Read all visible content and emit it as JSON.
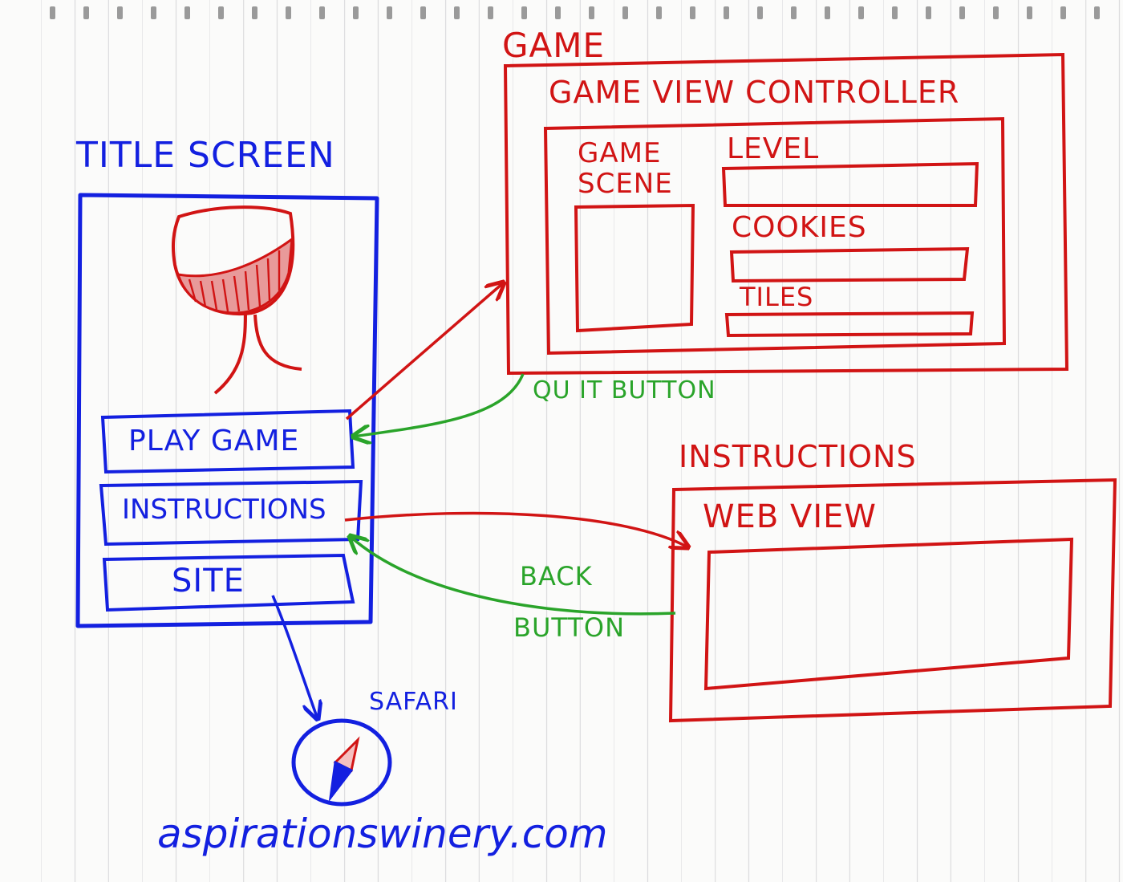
{
  "colors": {
    "blue_ink": "#1320e0",
    "red_ink": "#d11414",
    "green_ink": "#2aa42a"
  },
  "title_screen": {
    "heading": "TITLE SCREEN",
    "logo": "wine-glass-icon",
    "buttons": [
      "PLAY GAME",
      "INSTRUCTIONS",
      "SITE"
    ]
  },
  "game": {
    "heading": "GAME",
    "controller": "GAME VIEW CONTROLLER",
    "scene_line1": "GAME",
    "scene_line2": "SCENE",
    "fields": [
      "LEVEL",
      "COOKIES",
      "TILES"
    ]
  },
  "instructions": {
    "heading": "INSTRUCTIONS",
    "web_view": "WEB VIEW"
  },
  "connectors": {
    "quit": "QU IT BUTTON",
    "back_line1": "BACK",
    "back_line2": "BUTTON"
  },
  "safari": {
    "label": "SAFARI",
    "icon": "compass-icon",
    "url": "aspirationswinery.com"
  }
}
